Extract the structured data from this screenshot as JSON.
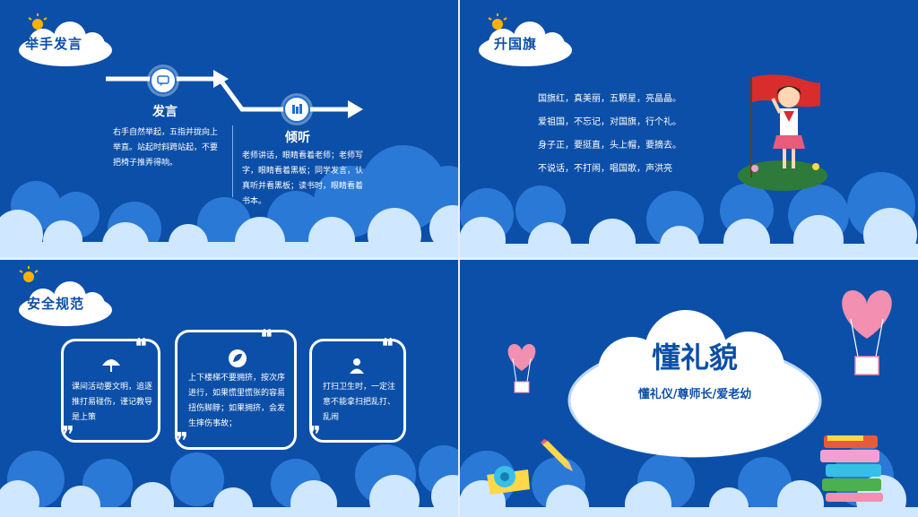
{
  "slides": [
    {
      "badge": "举手发言",
      "items": [
        {
          "heading": "发言",
          "text": "右手自然举起，五指并拢向上举直。站起时斜跨站起，不要把椅子推弄得响。"
        },
        {
          "heading": "倾听",
          "text": "老师讲话，眼睛看着老师；老师写字，眼睛看着黑板；同学发言，认真听并看黑板；读书时，眼睛看着书本。"
        }
      ],
      "icons": [
        "chat-icon",
        "book-icon"
      ]
    },
    {
      "badge": "升国旗",
      "lines": [
        "国旗红，真美丽，五颗星，亮晶晶。",
        "爱祖国，不忘记，对国旗，行个礼。",
        "身子正，要挺直，头上帽，要摘去。",
        "不说话，不打闹，唱国歌，声洪亮"
      ]
    },
    {
      "badge": "安全规范",
      "cards": [
        {
          "text": "课间活动要文明，追逐推打易碰伤，谨记教导是上策",
          "icon": "umbrella-icon"
        },
        {
          "text": "上下楼梯不要拥挤，按次序进行，如果慌里慌张的容易扭伤脚脖；如果拥挤，会发生摔伤事故；",
          "icon": "leaf-icon"
        },
        {
          "text": "打扫卫生时，一定注意不能拿扫把乱打、乱闹",
          "icon": "person-icon"
        }
      ]
    },
    {
      "title": "懂礼貌",
      "subtitle": "懂礼仪/尊师长/爱老幼"
    }
  ],
  "colors": {
    "bg": "#0c4fa8",
    "cloud": "#ffffff",
    "light_cloud": "#cfe7ff",
    "accent": "#1f6fd1"
  }
}
